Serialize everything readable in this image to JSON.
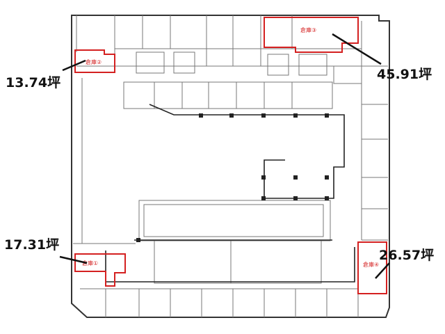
{
  "colors": {
    "wall": "#333333",
    "thin": "#777777",
    "highlight": "#d42020",
    "label": "#111111"
  },
  "storerooms": [
    {
      "id": "1",
      "name": "倉庫①",
      "area": "17.31坪"
    },
    {
      "id": "2",
      "name": "倉庫②",
      "area": "13.74坪"
    },
    {
      "id": "3",
      "name": "倉庫③",
      "area": "45.91坪"
    },
    {
      "id": "4",
      "name": "倉庫④",
      "area": "26.57坪"
    }
  ]
}
